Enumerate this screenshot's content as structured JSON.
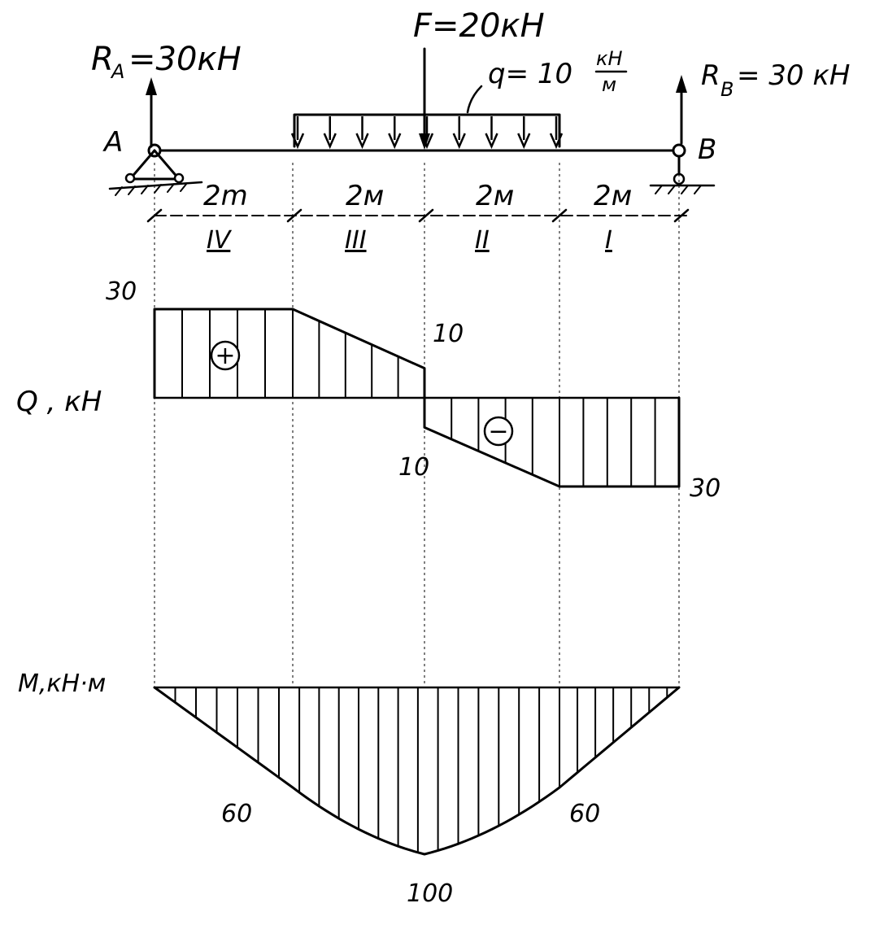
{
  "loads": {
    "ra": {
      "symbol": "R",
      "sub": "A",
      "value": "=30кН"
    },
    "rb": {
      "symbol": "R",
      "sub": "B",
      "value": "= 30 кН"
    },
    "force": "F=20кН",
    "q_prefix": "q= 10",
    "q_unit_top": "кН",
    "q_unit_bottom": "м"
  },
  "supports": {
    "a": "A",
    "b": "B"
  },
  "spans": [
    "2m",
    "2м",
    "2м",
    "2м"
  ],
  "sections": [
    "IV",
    "III",
    "II",
    "I"
  ],
  "shear": {
    "axis_label": "Q , кН",
    "sign_plus": "+",
    "sign_minus": "−",
    "values": [
      {
        "x": 0,
        "q": 30
      },
      {
        "x": 2,
        "q": 30
      },
      {
        "x": 4,
        "q": 10
      },
      {
        "x": 4,
        "q": -10
      },
      {
        "x": 6,
        "q": -30
      },
      {
        "x": 8,
        "q": -30
      }
    ],
    "labels": {
      "left": "30",
      "mid_top": "10",
      "mid_bottom": "10",
      "right": "30"
    }
  },
  "moment": {
    "axis_label": "M,кН·м",
    "values": [
      {
        "x": 0,
        "m": 0
      },
      {
        "x": 2,
        "m": 60
      },
      {
        "x": 4,
        "m": 100
      },
      {
        "x": 6,
        "m": 60
      },
      {
        "x": 8,
        "m": 0
      }
    ],
    "labels": {
      "left": "60",
      "center": "100",
      "right": "60"
    }
  }
}
